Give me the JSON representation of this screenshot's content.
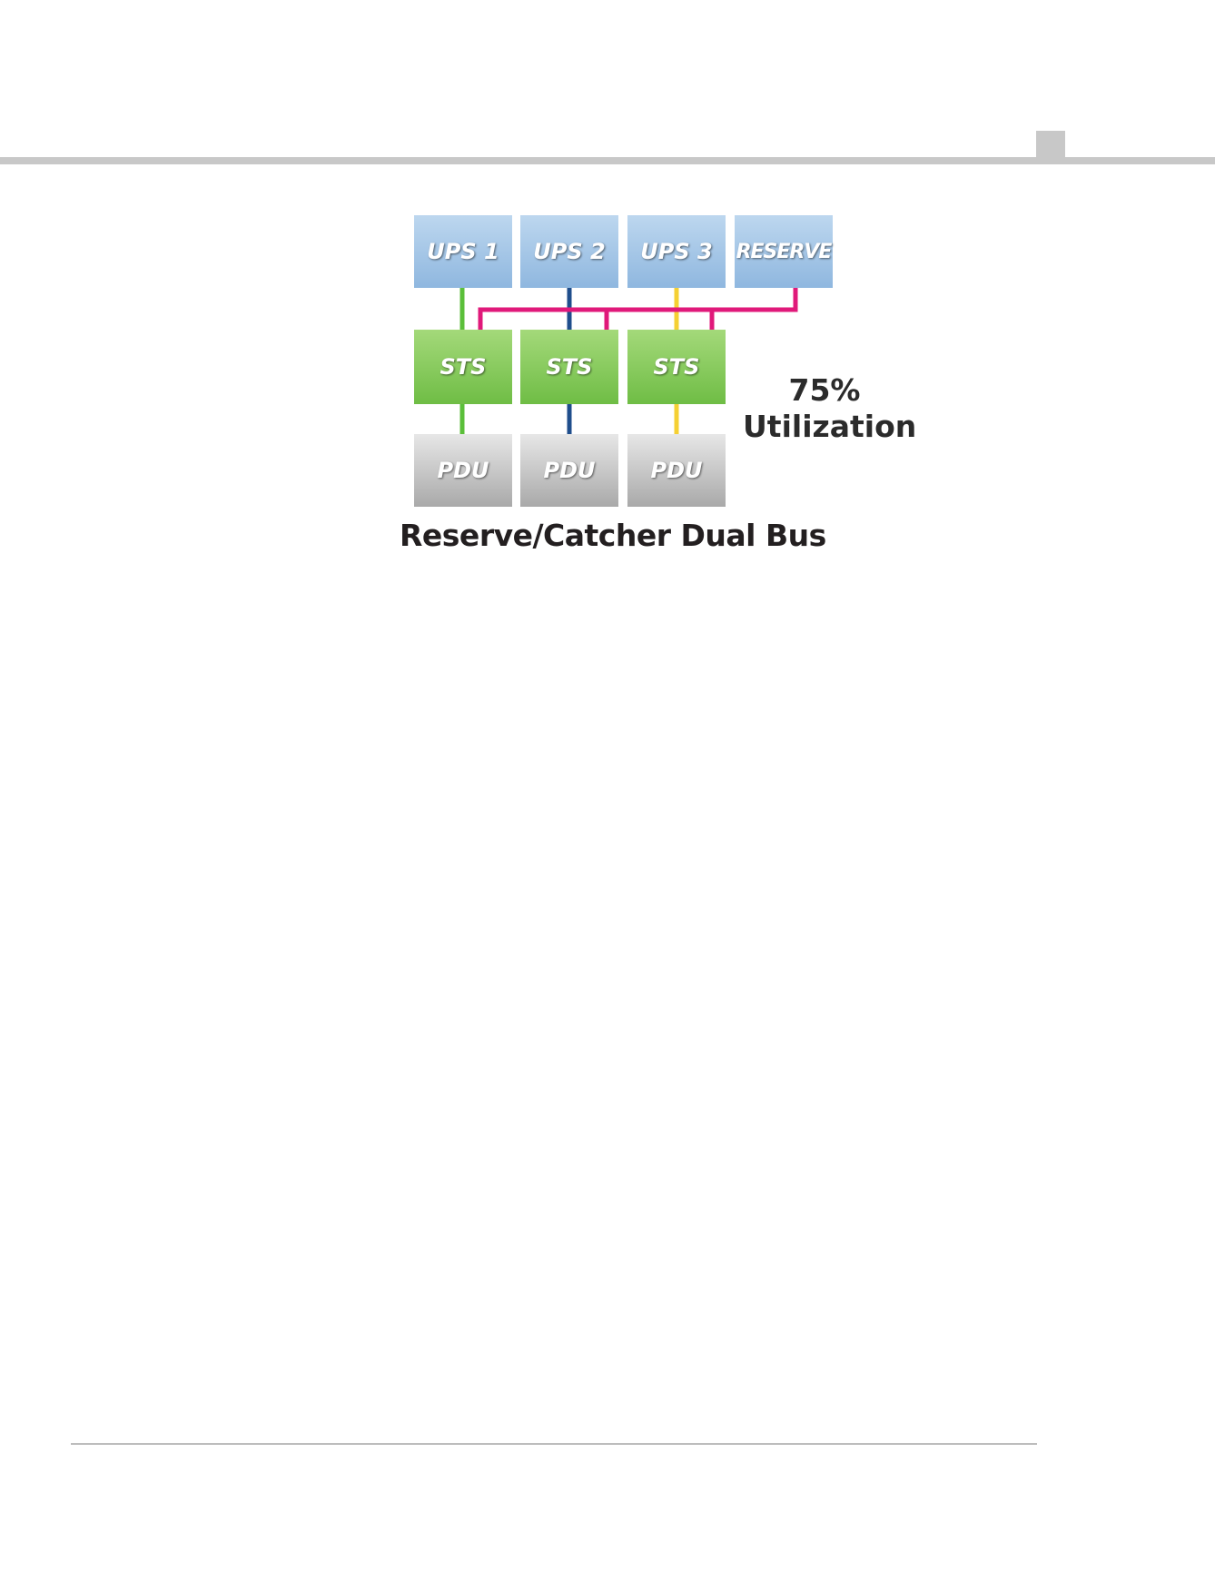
{
  "diagram": {
    "ups_row": [
      {
        "label": "UPS 1",
        "wire_color": "#5bbf3a"
      },
      {
        "label": "UPS 2",
        "wire_color": "#1f4e8c"
      },
      {
        "label": "UPS 3",
        "wire_color": "#f5d033"
      },
      {
        "label": "RESERVE",
        "wire_color": "#e0197a"
      }
    ],
    "sts_row": [
      "STS",
      "STS",
      "STS"
    ],
    "pdu_row": [
      "PDU",
      "PDU",
      "PDU"
    ],
    "utilization_value": "75%",
    "utilization_label": "Utilization",
    "caption": "Reserve/Catcher Dual Bus"
  }
}
